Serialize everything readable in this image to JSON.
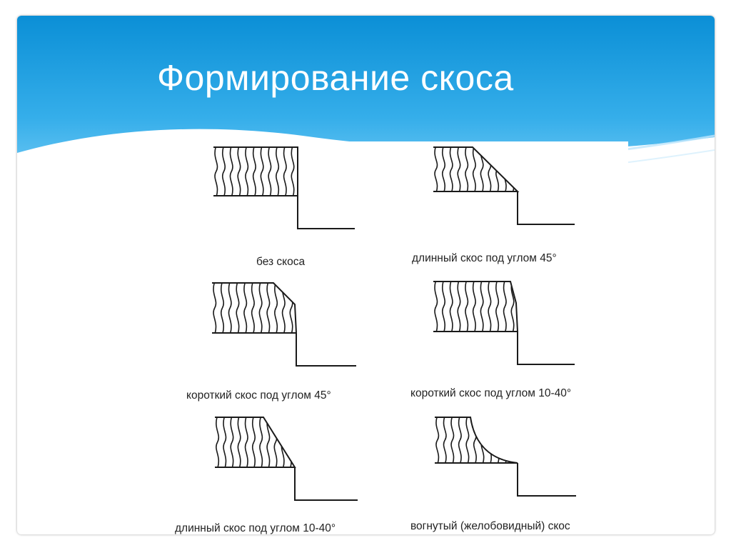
{
  "slide": {
    "title": "Формирование скоса"
  },
  "figure": {
    "captions": [
      "без скоса",
      "длинный скос под углом 45°",
      "короткий скос под углом 45°",
      "короткий скос под углом 10-40°",
      "длинный скос под углом 10-40°",
      "вогнутый (желобовидный) скос"
    ]
  },
  "colors": {
    "header_top": "#0b8fd6",
    "header_bottom": "#7fd0f8",
    "ink": "#1a1a1a"
  }
}
